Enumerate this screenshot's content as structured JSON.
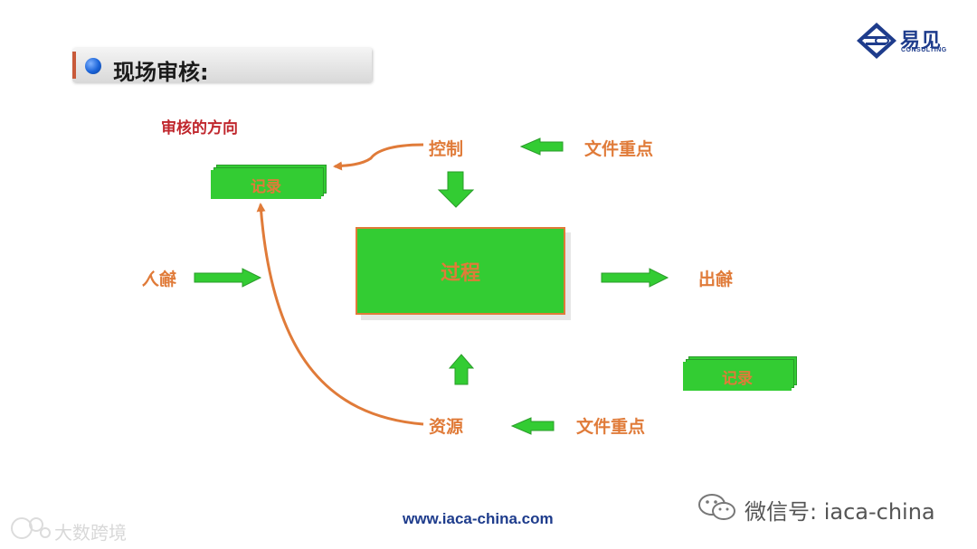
{
  "title": "现场审核:",
  "logo": {
    "name": "易见",
    "subtitle": "CONSULTING"
  },
  "direction_label": "审核的方向",
  "diagram": {
    "control": "控制",
    "resource": "资源",
    "process": "过程",
    "input": "输入",
    "output": "输出",
    "record_top": "记录",
    "record_bottom": "记录",
    "doc_focus_top": "文件重点",
    "doc_focus_bottom": "文件重点"
  },
  "footer": {
    "url": "www.iaca-china.com",
    "wechat": "微信号: iaca-china",
    "watermark": "大数跨境"
  },
  "colors": {
    "green": "#33cc33",
    "orange": "#e07b39",
    "red": "#c0272d",
    "blue": "#1e3c8c"
  }
}
